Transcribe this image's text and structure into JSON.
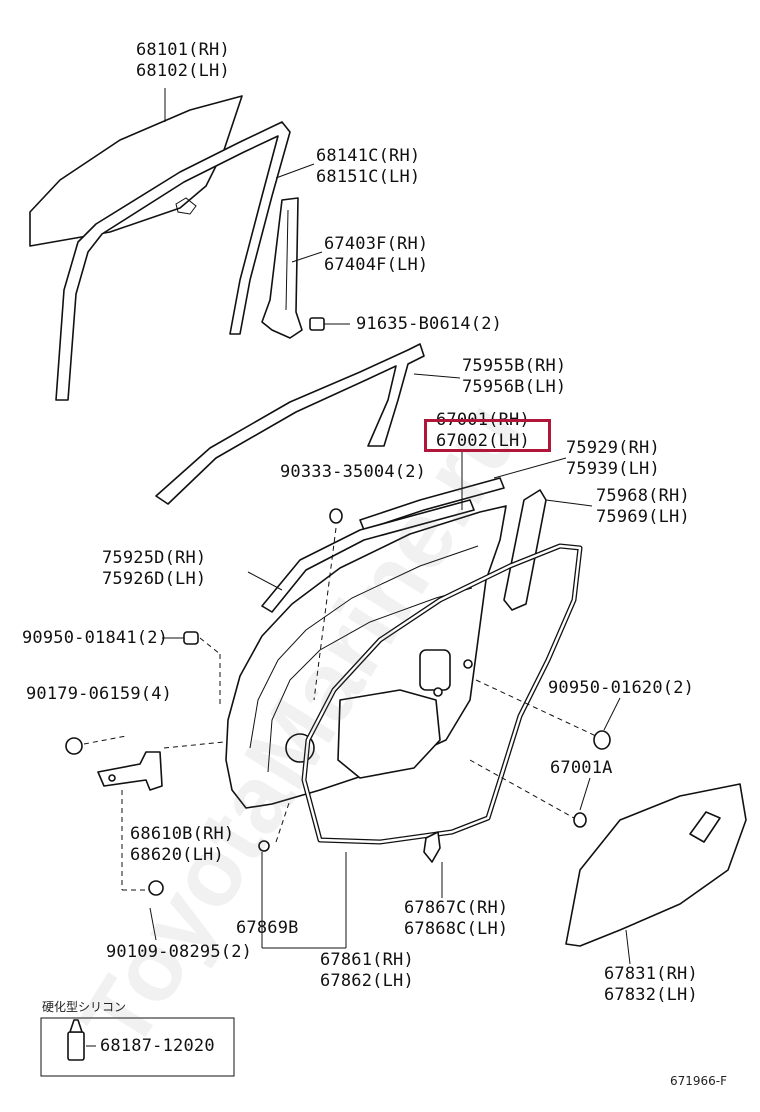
{
  "watermark": "ToyotaMarine.ru",
  "labels": {
    "p68101": [
      "68101(RH)",
      "68102(LH)"
    ],
    "p68141": [
      "68141C(RH)",
      "68151C(LH)"
    ],
    "p67403": [
      "67403F(RH)",
      "67404F(LH)"
    ],
    "p91635": [
      "91635-B0614(2)"
    ],
    "p75955": [
      "75955B(RH)",
      "75956B(LH)"
    ],
    "p67001": [
      "67001(RH)",
      "67002(LH)"
    ],
    "p75929": [
      "75929(RH)",
      "75939(LH)"
    ],
    "p90333": [
      "90333-35004(2)"
    ],
    "p75968": [
      "75968(RH)",
      "75969(LH)"
    ],
    "p75925": [
      "75925D(RH)",
      "75926D(LH)"
    ],
    "p90950a": [
      "90950-01841(2)"
    ],
    "p90179": [
      "90179-06159(4)"
    ],
    "p90950b": [
      "90950-01620(2)"
    ],
    "p67001a": [
      "67001A"
    ],
    "p68610": [
      "68610B(RH)",
      "68620(LH)"
    ],
    "p67869": [
      "67869B"
    ],
    "p67867": [
      "67867C(RH)",
      "67868C(LH)"
    ],
    "p90109": [
      "90109-08295(2)"
    ],
    "p67861": [
      "67861(RH)",
      "67862(LH)"
    ],
    "p67831": [
      "67831(RH)",
      "67832(LH)"
    ],
    "p68187": [
      "68187-12020"
    ]
  },
  "sealant_caption": "硬化型シリコン",
  "drawing_code": "671966-F",
  "highlight_color": "#b0163a"
}
